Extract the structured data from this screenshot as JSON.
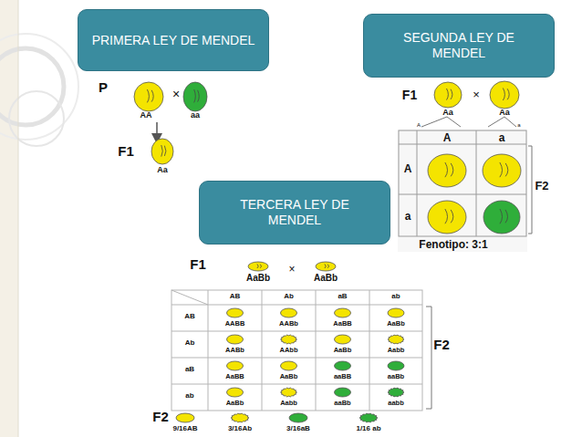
{
  "diagram": {
    "nodes": [
      {
        "text": [
          "PRIMERA LEY DE MENDEL"
        ]
      },
      {
        "text": [
          "SEGUNDA LEY DE MENDEL"
        ]
      },
      {
        "text": [
          "TERCERA LEY DE MENDEL"
        ]
      }
    ],
    "labels": [
      "P",
      "×",
      "AA",
      "aa",
      "F1",
      "Aa",
      "F1",
      "×",
      "Aa",
      "Aa",
      "A",
      "a",
      "A",
      "a",
      "A",
      "a",
      "F2",
      "Fenotipo: 3:1",
      "F1",
      "AaBb",
      "×",
      "AaBb",
      "AB",
      "Ab",
      "aB",
      "ab",
      "AB",
      "AABB",
      "AABb",
      "AaBB",
      "AaBb",
      "Ab",
      "AABb",
      "AAbb",
      "AaBb",
      "Aabb",
      "aB",
      "AaBB",
      "AaBb",
      "aaBB",
      "aaBb",
      "ab",
      "AaBb",
      "Aabb",
      "aaBb",
      "aabb",
      "F2",
      "F2",
      "9/16AB",
      "3/16Ab",
      "3/16aB",
      "1/16 ab"
    ]
  }
}
